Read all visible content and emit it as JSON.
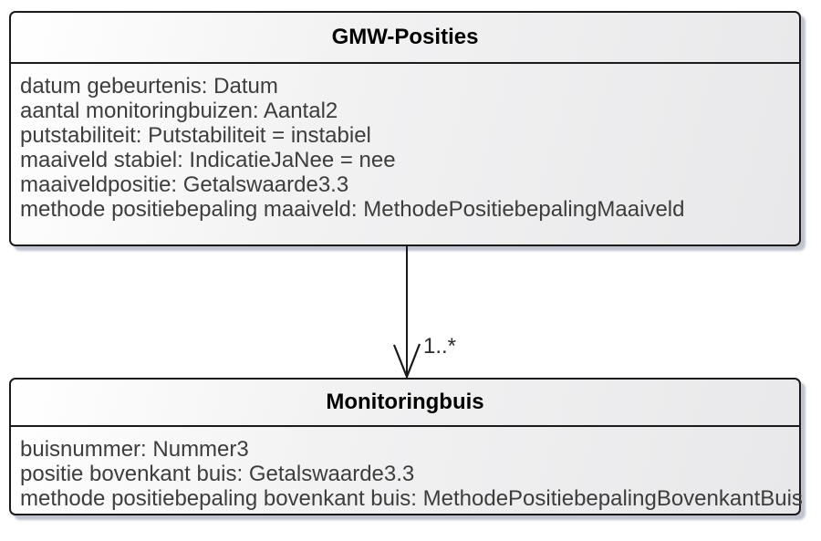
{
  "diagram": {
    "classes": [
      {
        "name": "GMW-Posities",
        "attributes": [
          "datum gebeurtenis: Datum",
          "aantal monitoringbuizen: Aantal2",
          "putstabiliteit: Putstabiliteit = instabiel",
          "maaiveld stabiel: IndicatieJaNee = nee",
          "maaiveldpositie: Getalswaarde3.3",
          "methode positiebepaling maaiveld: MethodePositiebepalingMaaiveld"
        ]
      },
      {
        "name": "Monitoringbuis",
        "attributes": [
          "buisnummer: Nummer3",
          "positie bovenkant buis: Getalswaarde3.3",
          "methode positiebepaling bovenkant buis: MethodePositiebepalingBovenkantBuis"
        ]
      }
    ],
    "association": {
      "multiplicity": "1..*"
    },
    "colors": {
      "box_border": "#1a1a1a",
      "box_fill_start": "#ffffff",
      "box_fill_end": "#e8e8ea",
      "shadow": "#8a92a6",
      "title_text": "#000000",
      "attribute_text": "#3d3d3d",
      "line": "#1a1a1a",
      "background": "#ffffff"
    }
  }
}
